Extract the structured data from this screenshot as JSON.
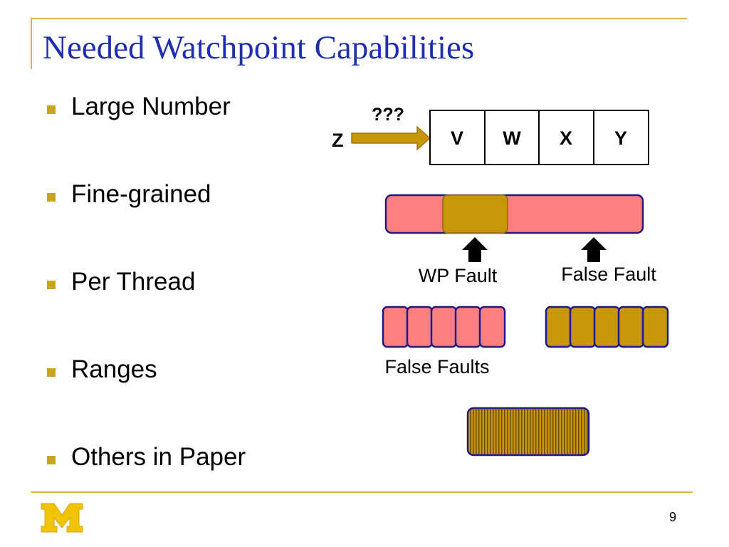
{
  "title": "Needed Watchpoint Capabilities",
  "bullets": [
    {
      "label": "Large Number"
    },
    {
      "label": "Fine-grained"
    },
    {
      "label": "Per Thread"
    },
    {
      "label": "Ranges"
    },
    {
      "label": "Others in Paper"
    }
  ],
  "diagram": {
    "pointer": {
      "question": "???",
      "source": "Z"
    },
    "cells": [
      "V",
      "W",
      "X",
      "Y"
    ],
    "labels": {
      "wp_fault": "WP Fault",
      "false_fault": "False Fault",
      "false_faults": "False Faults"
    }
  },
  "colors": {
    "title": "#1f2fb0",
    "accent_gold": "#c8960a",
    "pink": "#ff7f7f",
    "border_blue": "#1a1a8c",
    "frame": "#e0b34a"
  },
  "footer": {
    "page_number": "9",
    "logo_letter": "M"
  }
}
